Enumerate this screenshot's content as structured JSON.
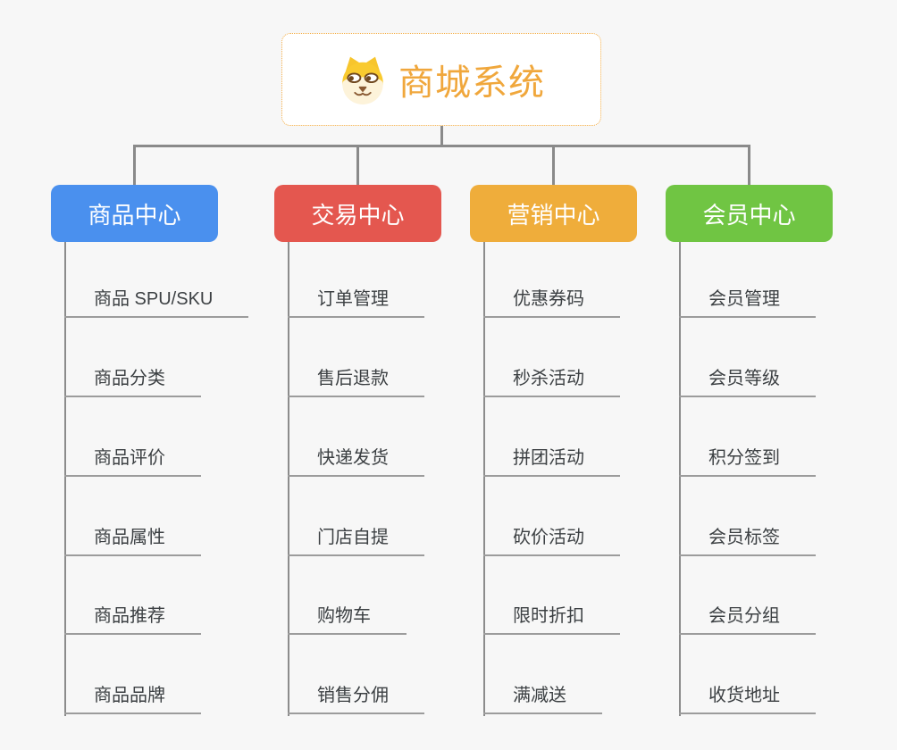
{
  "root": {
    "title": "商城系统",
    "icon": "shiba-dog-icon"
  },
  "branches": [
    {
      "label": "商品中心",
      "color": "#4a90ee",
      "items": [
        "商品 SPU/SKU",
        "商品分类",
        "商品评价",
        "商品属性",
        "商品推荐",
        "商品品牌"
      ]
    },
    {
      "label": "交易中心",
      "color": "#e4574f",
      "items": [
        "订单管理",
        "售后退款",
        "快递发货",
        "门店自提",
        "购物车",
        "销售分佣"
      ]
    },
    {
      "label": "营销中心",
      "color": "#efad3b",
      "items": [
        "优惠券码",
        "秒杀活动",
        "拼团活动",
        "砍价活动",
        "限时折扣",
        "满减送"
      ]
    },
    {
      "label": "会员中心",
      "color": "#70c543",
      "items": [
        "会员管理",
        "会员等级",
        "积分签到",
        "会员标签",
        "会员分组",
        "收货地址"
      ]
    }
  ],
  "colors": {
    "background": "#f7f7f7",
    "connector": "#8a8a8a",
    "underline": "#9c9c9c",
    "item_text": "#3c4043",
    "root_text": "#f0a73c",
    "root_border": "#f3ac44"
  }
}
